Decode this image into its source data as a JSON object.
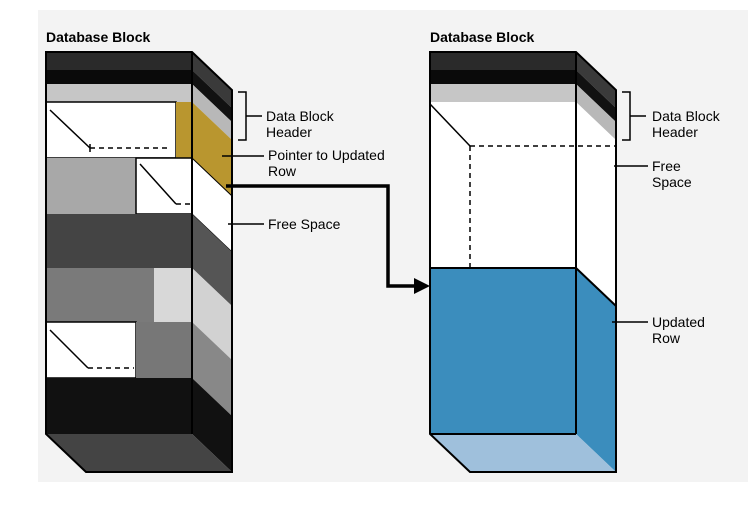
{
  "left_block": {
    "title": "Database Block"
  },
  "right_block": {
    "title": "Database Block"
  },
  "labels": {
    "left_header": [
      "Data Block",
      "Header"
    ],
    "pointer": [
      "Pointer to Updated",
      "Row"
    ],
    "left_free": "Free Space",
    "right_header": [
      "Data Block",
      "Header"
    ],
    "right_free": [
      "Free",
      "Space"
    ],
    "updated_row": [
      "Updated",
      "Row"
    ]
  },
  "colors": {
    "background": "#f3f3f3",
    "pointer_fill": "#b9962f",
    "updated_row_front": "#3b8dbd",
    "updated_row_bottom": "#9fc0dc",
    "dark": "#111111"
  }
}
